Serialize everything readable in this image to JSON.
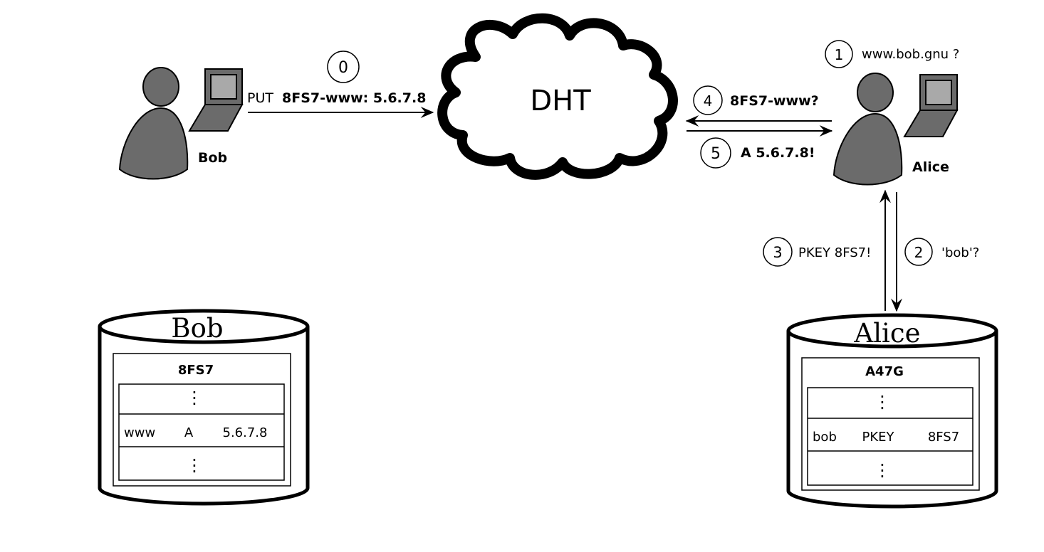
{
  "dht": {
    "label": "DHT"
  },
  "bob": {
    "name": "Bob",
    "put_prefix": "PUT",
    "put_record": "8FS7-www: 5.6.7.8",
    "step": "0",
    "db": {
      "title": "Bob",
      "zone_key": "8FS7",
      "dots": "⋮",
      "record": {
        "name": "www",
        "type": "A",
        "value": "5.6.7.8"
      }
    }
  },
  "alice": {
    "name": "Alice",
    "query": {
      "step": "1",
      "text": "www.bob.gnu ?"
    },
    "db": {
      "title": "Alice",
      "zone_key": "A47G",
      "dots": "⋮",
      "record": {
        "name": "bob",
        "type": "PKEY",
        "value": "8FS7"
      }
    }
  },
  "steps": {
    "lookup": {
      "step": "2",
      "text": "'bob'?"
    },
    "pkey": {
      "step": "3",
      "text": "PKEY 8FS7!"
    },
    "dht_query": {
      "step": "4",
      "text": "8FS7-www?"
    },
    "dht_answer": {
      "step": "5",
      "text": "A 5.6.7.8!"
    }
  },
  "colors": {
    "person_fill": "#6b6b6b",
    "screen_fill": "#a9a9a9",
    "line": "#000000",
    "background": "#ffffff"
  }
}
